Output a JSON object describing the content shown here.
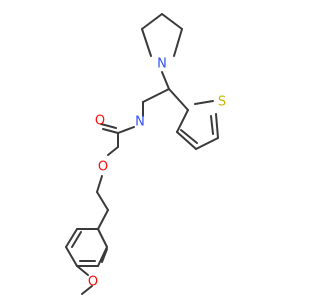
{
  "colors": {
    "bond": "#3a3a3a",
    "oxygen": "#ff0d0d",
    "nitrogen": "#3050f8",
    "sulfur": "#c8b400"
  },
  "atoms": {
    "amide_nitrogen": "N",
    "pyrrolidine_nitrogen": "N",
    "carbonyl_oxygen": "O",
    "ether_oxygen": "O",
    "methoxy_oxygen": "O",
    "thiophene_sulfur": "S"
  }
}
